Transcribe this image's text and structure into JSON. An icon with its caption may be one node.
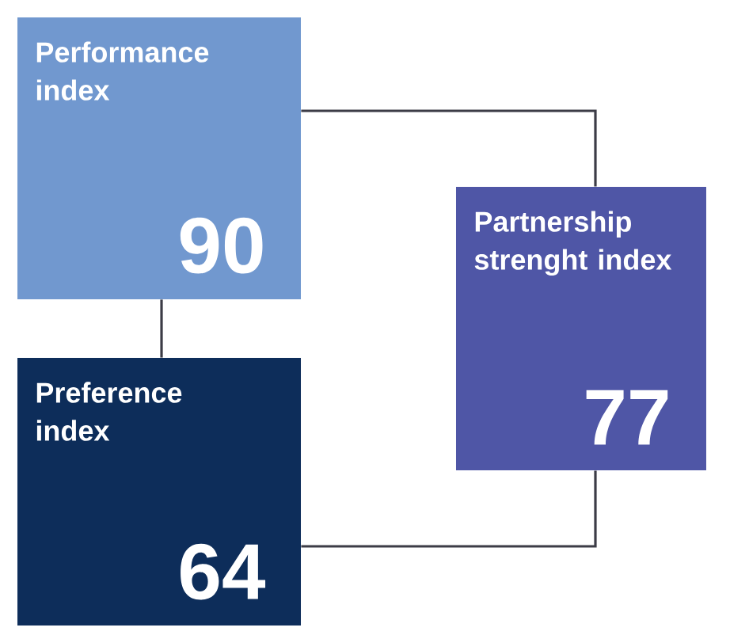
{
  "diagram": {
    "nodes": [
      {
        "text": [
          "Performance index",
          "90"
        ]
      },
      {
        "text": [
          "Preference index",
          "64"
        ]
      },
      {
        "text": [
          "Partnership strenght index",
          "77"
        ]
      }
    ],
    "edges": [
      {
        "from": 0,
        "to": 2,
        "arrow": "none"
      },
      {
        "from": 1,
        "to": 2,
        "arrow": "none"
      },
      {
        "from": 0,
        "to": 1,
        "arrow": "none"
      }
    ]
  }
}
